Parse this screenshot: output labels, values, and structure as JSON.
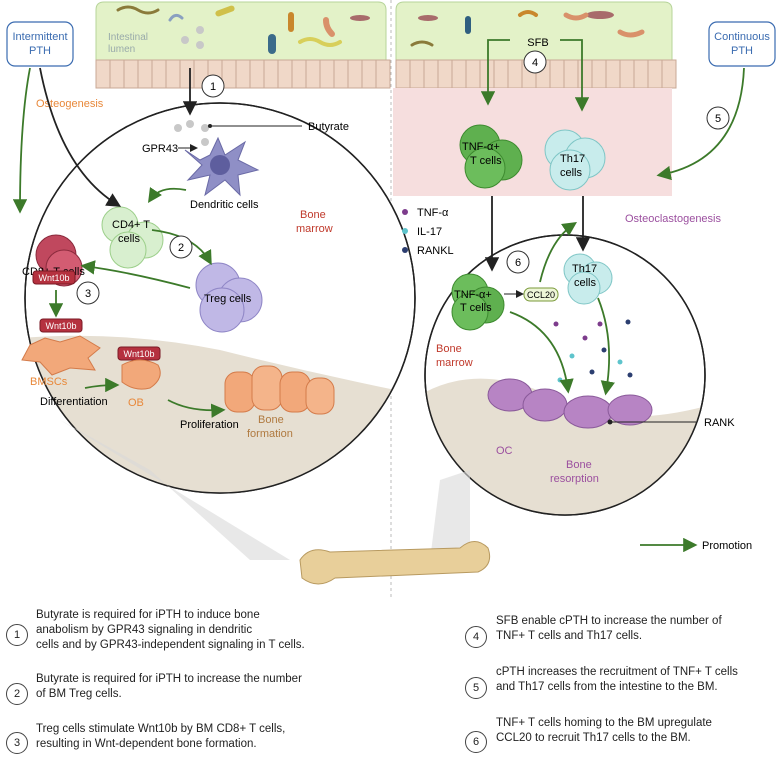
{
  "labels": {
    "intermittent_pth": [
      "Intermittent",
      "PTH"
    ],
    "continuous_pth": [
      "Continuous",
      "PTH"
    ],
    "intestinal_lumen": [
      "Intestinal",
      "lumen"
    ],
    "sfb": "SFB",
    "osteogenesis": "Osteogenesis",
    "osteoclastogenesis": "Osteoclastogenesis",
    "butyrate": "Butyrate",
    "gpr43": "GPR43",
    "dendritic_cells": "Dendritic cells",
    "cd4_t_cells": [
      "CD4+ T",
      "cells"
    ],
    "cd8_t_cells": "CD8+ T cells",
    "wnt10b": "Wnt10b",
    "treg_cells": "Treg cells",
    "bone_marrow_left": [
      "Bone",
      "marrow"
    ],
    "bone_marrow_right": [
      "Bone",
      "marrow"
    ],
    "bmscs": "BMSCs",
    "differentiation": "Differentiation",
    "ob": "OB",
    "proliferation": "Proliferation",
    "bone_formation": [
      "Bone",
      "formation"
    ],
    "tnf_t_cells_top": [
      "TNF-α+",
      "T cells"
    ],
    "th17_cells_top": [
      "Th17",
      "cells"
    ],
    "tnf_t_cells_bm": [
      "TNF-α+",
      "T cells"
    ],
    "th17_cells_bm": [
      "Th17",
      "cells"
    ],
    "ccl20": "CCL20",
    "oc": "OC",
    "rank": "RANK",
    "bone_resorption": [
      "Bone",
      "resorption"
    ],
    "promotion": "Promotion"
  },
  "legend": [
    {
      "label": "TNF-α",
      "color": "#7d3c8c"
    },
    {
      "label": "IL-17",
      "color": "#5ec4cc"
    },
    {
      "label": "RANKL",
      "color": "#2c3e70"
    }
  ],
  "step_numbers": [
    "1",
    "2",
    "3",
    "4",
    "5",
    "6"
  ],
  "captions": [
    {
      "num": "1",
      "lines": [
        "Butyrate is required for iPTH to induce bone",
        "anabolism by GPR43 signaling in dendritic",
        "cells and by GPR43-independent signaling in T cells."
      ]
    },
    {
      "num": "2",
      "lines": [
        "Butyrate is required for iPTH to increase the number",
        "of BM Treg cells."
      ]
    },
    {
      "num": "3",
      "lines": [
        "Treg cells stimulate Wnt10b by BM CD8+ T cells,",
        "resulting in Wnt-dependent bone formation."
      ]
    },
    {
      "num": "4",
      "lines": [
        "SFB enable cPTH to increase the number of",
        "TNF+ T cells and Th17 cells."
      ]
    },
    {
      "num": "5",
      "lines": [
        "cPTH increases the recruitment of TNF+ T cells",
        "and Th17 cells from the intestine to the BM."
      ]
    },
    {
      "num": "6",
      "lines": [
        "TNF+ T cells homing to the BM upregulate",
        "CCL20 to recruit Th17 cells to the BM."
      ]
    }
  ],
  "colors": {
    "green_arrow": "#3c7a2a",
    "lumen_green": "#e3f2c8",
    "epithelium": "#f0d8c8",
    "pink_region": "#f6dede",
    "bone_tan": "#e6dfd2",
    "orange_label": "#e8883a",
    "purple_label": "#9b4f9f",
    "red_label": "#c0392b",
    "blue_label": "#3a6bb0"
  }
}
